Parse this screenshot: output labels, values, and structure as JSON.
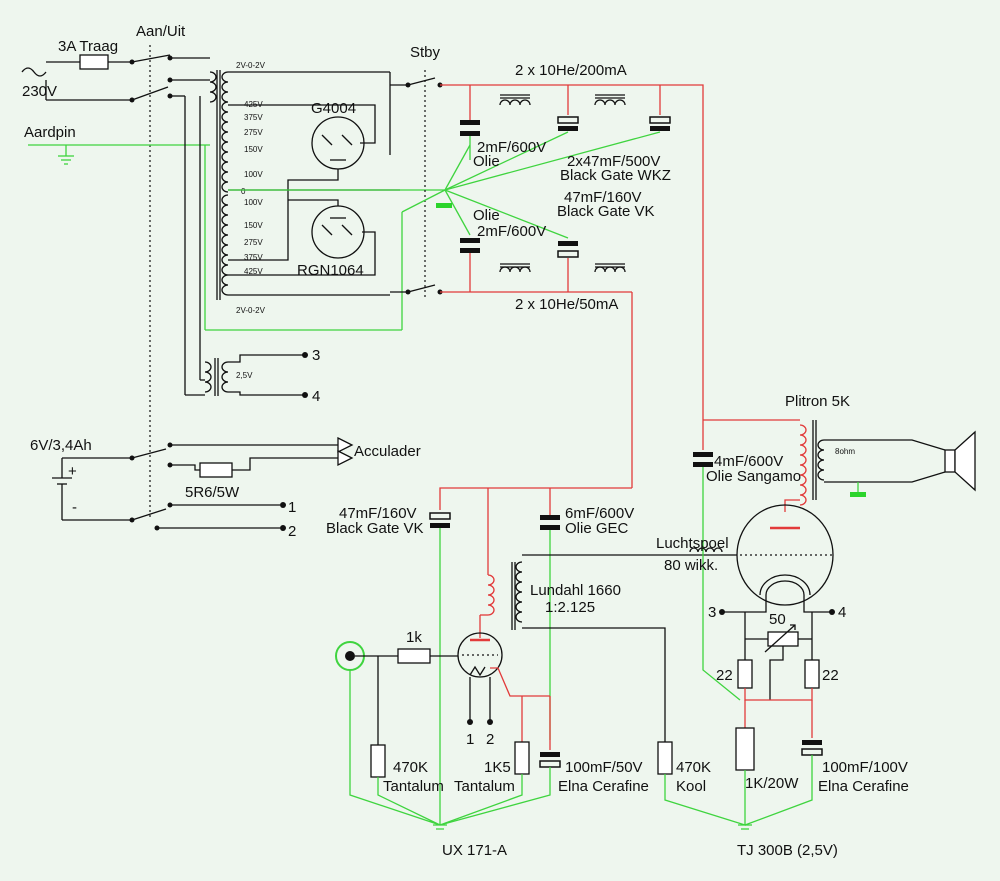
{
  "mains": {
    "fuse": "3A Traag",
    "switch": "Aan/Uit",
    "voltage": "230V",
    "earth": "Aardpin"
  },
  "standby": "Stby",
  "transformer": {
    "taps_top": [
      "2V-0-2V",
      "425V",
      "375V",
      "275V",
      "150V",
      "100V",
      "0",
      "100V",
      "150V",
      "275V",
      "375V",
      "425V"
    ],
    "tap_bottom": "2V-0-2V",
    "aux_tap": "2,5V",
    "aux_terminals": [
      "3",
      "4"
    ]
  },
  "rectifiers": {
    "top": "G4004",
    "bottom": "RGN1064"
  },
  "supply": {
    "choke_top": "2 x 10He/200mA",
    "choke_bottom": "2 x 10He/50mA",
    "cap_oil_top": [
      "2mF/600V",
      "Olie"
    ],
    "cap_bg_wkz": [
      "2x47mF/500V",
      "Black Gate WKZ"
    ],
    "cap_bg_vk": [
      "47mF/160V",
      "Black Gate VK"
    ],
    "cap_oil_bottom": [
      "Olie",
      "2mF/600V"
    ]
  },
  "battery": {
    "label": "6V/3,4Ah",
    "plus": "+",
    "minus": "-",
    "charger": "Acculader",
    "resistor": "5R6/5W",
    "terminals": [
      "1",
      "2"
    ]
  },
  "stage1": {
    "cap_bg": [
      "47mF/160V",
      "Black Gate VK"
    ],
    "cap_oil": [
      "6mF/600V",
      "Olie GEC"
    ],
    "transformer": [
      "Lundahl 1660",
      "1:2.125"
    ],
    "input_resistor": "1k",
    "grid_resistor": [
      "470K",
      "Tantalum"
    ],
    "cathode_resistor": [
      "1K5",
      "Tantalum"
    ],
    "cathode_cap": [
      "100mF/50V",
      "Elna Cerafine"
    ],
    "load_resistor": [
      "470K",
      "Kool"
    ],
    "filament": [
      "1",
      "2"
    ],
    "tube": "UX 171-A"
  },
  "stage2": {
    "output_transformer": "Plitron 5K",
    "speaker_ohm": "8ohm",
    "cap_plate": [
      "4mF/600V",
      "Olie Sangamo"
    ],
    "choke": [
      "Luchtspoel",
      "80 wikk."
    ],
    "filament": [
      "3",
      "4"
    ],
    "pot": "50",
    "hum_resistors": [
      "22",
      "22"
    ],
    "cathode_resistor": "1K/20W",
    "cathode_cap": [
      "100mF/100V",
      "Elna Cerafine"
    ],
    "tube": "TJ 300B (2,5V)"
  }
}
